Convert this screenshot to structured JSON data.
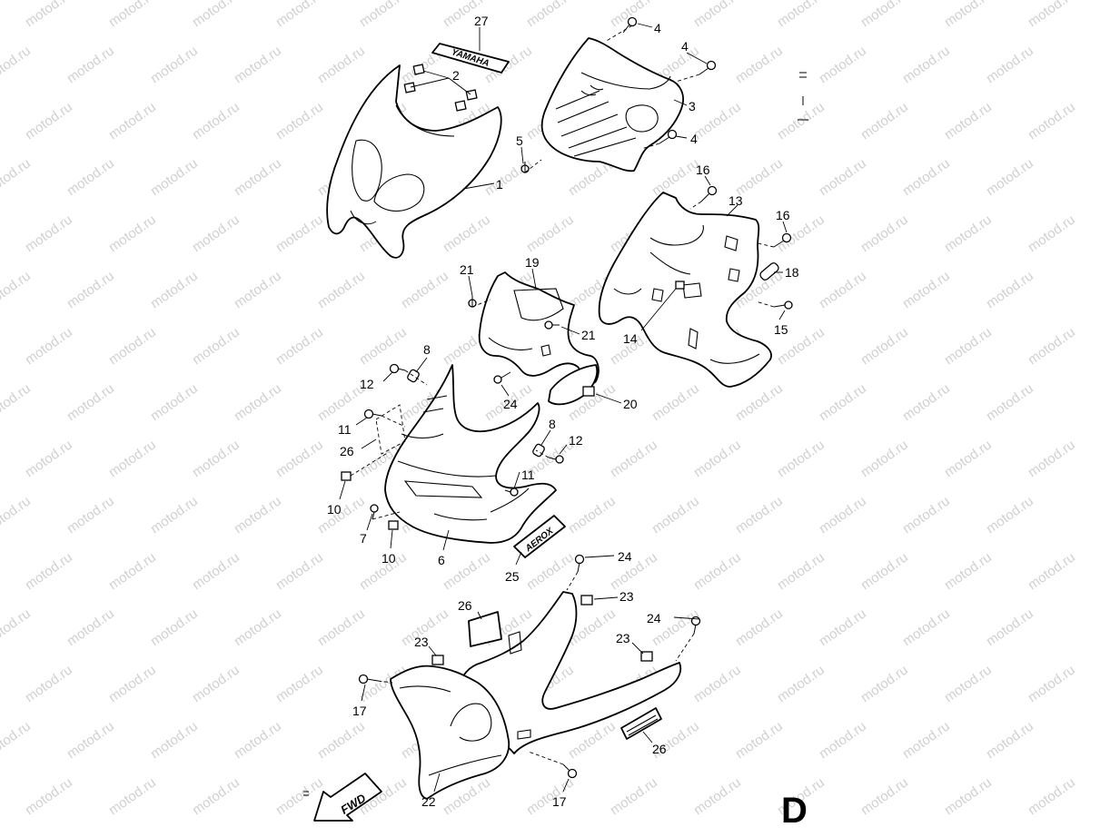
{
  "diagram": {
    "page_letter": "D",
    "watermark": "motod.ru",
    "decals": {
      "yamaha": "YAMAHA",
      "aerox": "AEROX",
      "fwd": "FWD"
    },
    "callouts": [
      {
        "id": "c27",
        "label": "27"
      },
      {
        "id": "c2",
        "label": "2"
      },
      {
        "id": "c1",
        "label": "1"
      },
      {
        "id": "c4a",
        "label": "4"
      },
      {
        "id": "c4b",
        "label": "4"
      },
      {
        "id": "c3",
        "label": "3"
      },
      {
        "id": "c4c",
        "label": "4"
      },
      {
        "id": "c5",
        "label": "5"
      },
      {
        "id": "c16a",
        "label": "16"
      },
      {
        "id": "c13",
        "label": "13"
      },
      {
        "id": "c16b",
        "label": "16"
      },
      {
        "id": "c18",
        "label": "18"
      },
      {
        "id": "c15",
        "label": "15"
      },
      {
        "id": "c14",
        "label": "14"
      },
      {
        "id": "c21a",
        "label": "21"
      },
      {
        "id": "c19",
        "label": "19"
      },
      {
        "id": "c21b",
        "label": "21"
      },
      {
        "id": "c24a",
        "label": "24"
      },
      {
        "id": "c20",
        "label": "20"
      },
      {
        "id": "c8a",
        "label": "8"
      },
      {
        "id": "c12a",
        "label": "12"
      },
      {
        "id": "c11a",
        "label": "11"
      },
      {
        "id": "c26a",
        "label": "26"
      },
      {
        "id": "c10a",
        "label": "10"
      },
      {
        "id": "c7",
        "label": "7"
      },
      {
        "id": "c10b",
        "label": "10"
      },
      {
        "id": "c6",
        "label": "6"
      },
      {
        "id": "c8b",
        "label": "8"
      },
      {
        "id": "c12b",
        "label": "12"
      },
      {
        "id": "c11b",
        "label": "11"
      },
      {
        "id": "c25",
        "label": "25"
      },
      {
        "id": "c24b",
        "label": "24"
      },
      {
        "id": "c26b",
        "label": "26"
      },
      {
        "id": "c23a",
        "label": "23"
      },
      {
        "id": "c24c",
        "label": "24"
      },
      {
        "id": "c23b",
        "label": "23"
      },
      {
        "id": "c23c",
        "label": "23"
      },
      {
        "id": "c17a",
        "label": "17"
      },
      {
        "id": "c26c",
        "label": "26"
      },
      {
        "id": "c22",
        "label": "22"
      },
      {
        "id": "c17b",
        "label": "17"
      }
    ]
  }
}
